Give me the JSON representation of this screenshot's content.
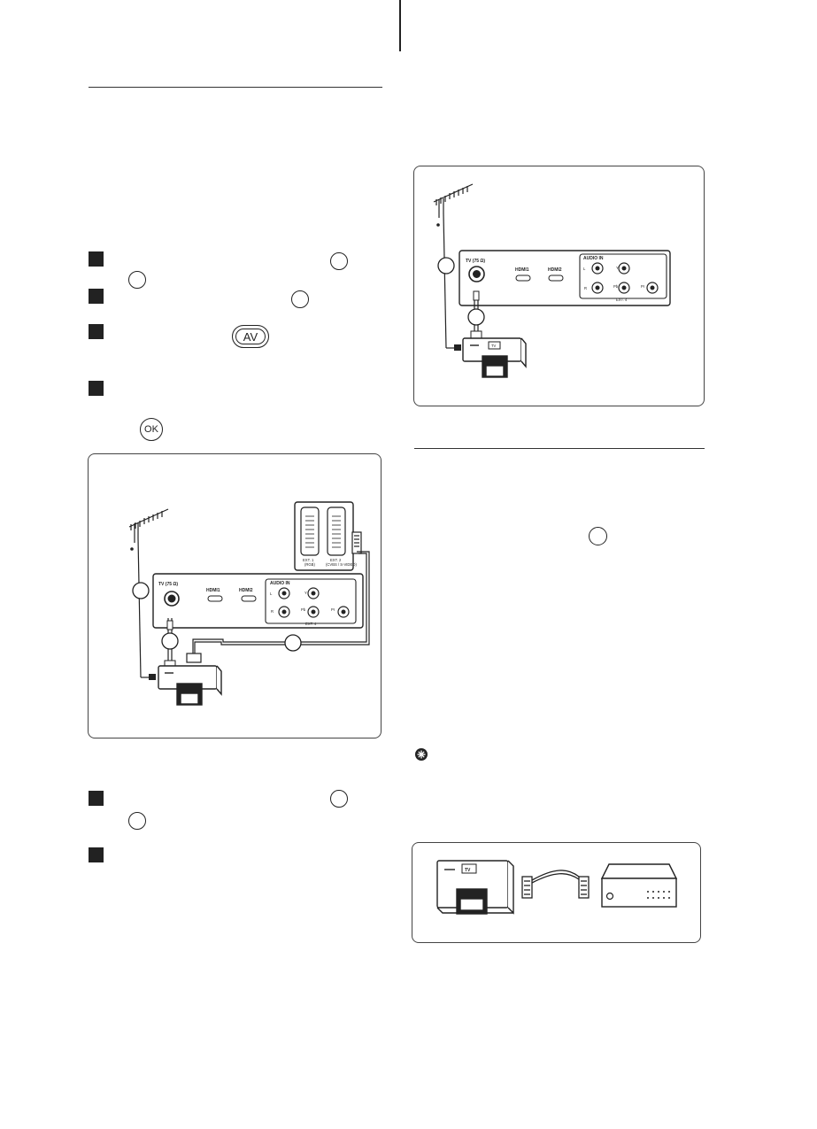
{
  "buttons": {
    "av": "AV",
    "ok": "OK"
  },
  "diagram_labels": {
    "tv_port": "TV (75 Ω)",
    "hdmi1": "HDMI1",
    "hdmi2": "HDMI2",
    "audio_in": "AUDIO IN",
    "l": "L",
    "r": "R",
    "y": "Y",
    "pb": "Pb",
    "pr": "Pr",
    "ext4": "EXT. 4",
    "ext1": "EXT. 1",
    "ext1_sub": "(RGB)",
    "ext2": "EXT. 2",
    "ext2_sub": "(CVBS / S-VIDEO)",
    "tv_badge": "TV"
  }
}
